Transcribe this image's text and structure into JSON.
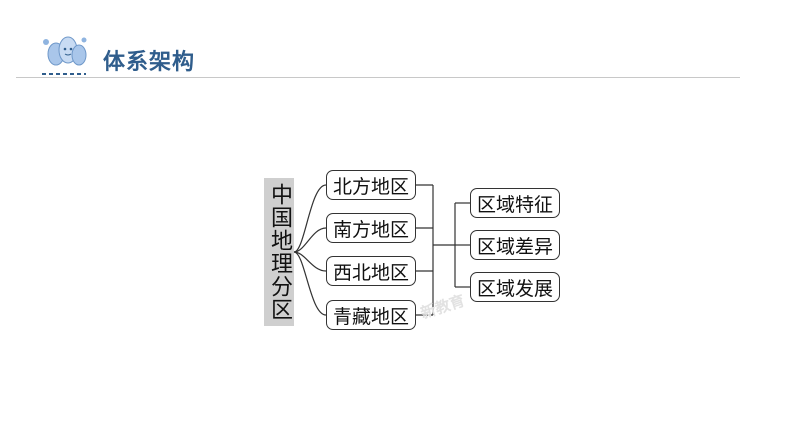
{
  "header": {
    "title": "体系架构"
  },
  "diagram": {
    "root": "中国地理分区",
    "regions": [
      "北方地区",
      "南方地区",
      "西北地区",
      "青藏地区"
    ],
    "topics": [
      "区域特征",
      "区域差异",
      "区域发展"
    ],
    "line_color": "#333333",
    "root_fill": "#cfcfcf"
  },
  "watermark": "新教育",
  "colors": {
    "accent": "#2f5d8c",
    "mascot": "#8fb4e0"
  }
}
